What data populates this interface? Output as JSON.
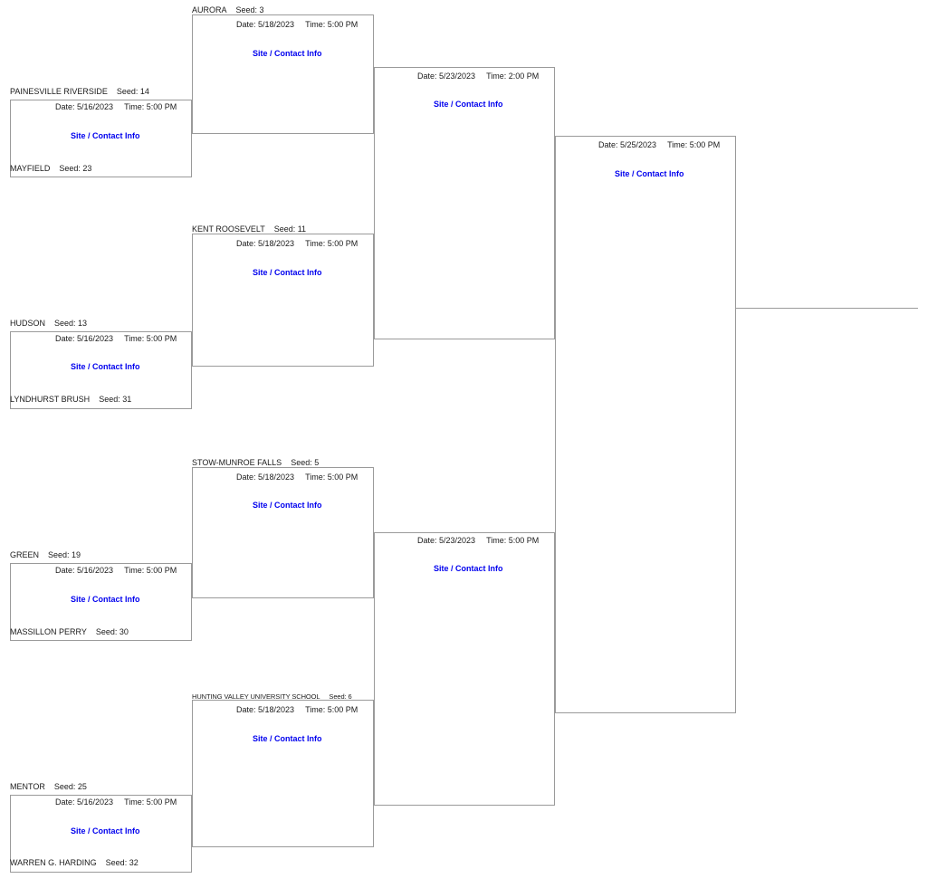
{
  "bracket": {
    "site_link_label": "Site / Contact Info",
    "date_prefix": "Date: ",
    "time_prefix": "Time: ",
    "seed_prefix": "Seed: ",
    "line_color": "#9a9a9a",
    "link_color": "#0000ee",
    "text_color": "#1a1a1a"
  },
  "rounds": [
    {
      "name": "round-1",
      "matches": [
        {
          "id": "r1-m1",
          "top_team": {
            "name": "PAINESVILLE RIVERSIDE",
            "seed": "Seed: 14"
          },
          "bottom_team": {
            "name": "MAYFIELD",
            "seed": "Seed: 23"
          },
          "date": "Date: 5/16/2023",
          "time": "Time: 5:00 PM",
          "site": "Site / Contact Info"
        },
        {
          "id": "r1-m2",
          "top_team": {
            "name": "HUDSON",
            "seed": "Seed: 13"
          },
          "bottom_team": {
            "name": "LYNDHURST BRUSH",
            "seed": "Seed: 31"
          },
          "date": "Date: 5/16/2023",
          "time": "Time: 5:00 PM",
          "site": "Site / Contact Info"
        },
        {
          "id": "r1-m3",
          "top_team": {
            "name": "GREEN",
            "seed": "Seed: 19"
          },
          "bottom_team": {
            "name": "MASSILLON PERRY",
            "seed": "Seed: 30"
          },
          "date": "Date: 5/16/2023",
          "time": "Time: 5:00 PM",
          "site": "Site / Contact Info"
        },
        {
          "id": "r1-m4",
          "top_team": {
            "name": "MENTOR",
            "seed": "Seed: 25"
          },
          "bottom_team": {
            "name": "WARREN G. HARDING",
            "seed": "Seed: 32"
          },
          "date": "Date: 5/16/2023",
          "time": "Time: 5:00 PM",
          "site": "Site / Contact Info"
        }
      ]
    },
    {
      "name": "round-2",
      "matches": [
        {
          "id": "r2-m1",
          "top_team": {
            "name": "AURORA",
            "seed": "Seed: 3"
          },
          "date": "Date: 5/18/2023",
          "time": "Time: 5:00 PM",
          "site": "Site / Contact Info"
        },
        {
          "id": "r2-m2",
          "top_team": {
            "name": "KENT ROOSEVELT",
            "seed": "Seed: 11"
          },
          "date": "Date: 5/18/2023",
          "time": "Time: 5:00 PM",
          "site": "Site / Contact Info"
        },
        {
          "id": "r2-m3",
          "top_team": {
            "name": "STOW-MUNROE FALLS",
            "seed": "Seed: 5"
          },
          "date": "Date: 5/18/2023",
          "time": "Time: 5:00 PM",
          "site": "Site / Contact Info"
        },
        {
          "id": "r2-m4",
          "top_team": {
            "name": "HUNTING VALLEY UNIVERSITY SCHOOL",
            "seed": "Seed: 6"
          },
          "date": "Date: 5/18/2023",
          "time": "Time: 5:00 PM",
          "site": "Site / Contact Info"
        }
      ]
    },
    {
      "name": "semifinals",
      "matches": [
        {
          "id": "sf-m1",
          "date": "Date: 5/23/2023",
          "time": "Time: 2:00 PM",
          "site": "Site / Contact Info"
        },
        {
          "id": "sf-m2",
          "date": "Date: 5/23/2023",
          "time": "Time: 5:00 PM",
          "site": "Site / Contact Info"
        }
      ]
    },
    {
      "name": "final",
      "matches": [
        {
          "id": "f-m1",
          "date": "Date: 5/25/2023",
          "time": "Time: 5:00 PM",
          "site": "Site / Contact Info"
        }
      ]
    }
  ]
}
